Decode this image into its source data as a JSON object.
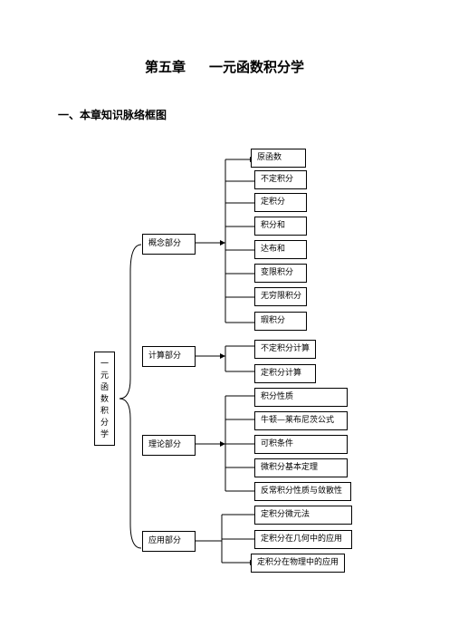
{
  "chapter_title": "第五章     一元函数积分学",
  "section_heading": "一、本章知识脉络框图",
  "root": {
    "chars": [
      "一",
      "元",
      "函",
      "数",
      "积",
      "分",
      "学"
    ]
  },
  "groups": {
    "concept": {
      "label": "概念部分",
      "items": [
        "原函数",
        "不定积分",
        "定积分",
        "积分和",
        "达布和",
        "变限积分",
        "无穷限积分",
        "瑕积分"
      ]
    },
    "calc": {
      "label": "计算部分",
      "items": [
        "不定积分计算",
        "定积分计算"
      ]
    },
    "theory": {
      "label": "理论部分",
      "items": [
        "积分性质",
        "牛顿—莱布尼茨公式",
        "可积条件",
        "微积分基本定理",
        "反常积分性质与敛散性"
      ]
    },
    "app": {
      "label": "应用部分",
      "items": [
        "定积分微元法",
        "定积分在几何中的应用",
        "定积分在物理中的应用"
      ]
    }
  }
}
